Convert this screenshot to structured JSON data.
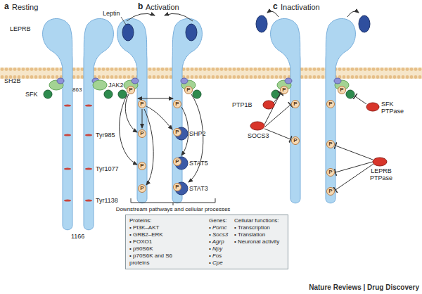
{
  "diagram": {
    "nodes": [
      {
        "text": [
          "SH2B"
        ]
      },
      {
        "text": [
          "SFK"
        ]
      },
      {
        "text": [
          "JAK2"
        ]
      },
      {
        "text": [
          "P",
          "SHP2"
        ]
      },
      {
        "text": [
          "P",
          "STAT5"
        ]
      },
      {
        "text": [
          "P",
          "STAT3"
        ]
      },
      {
        "text": [
          "PTP1B"
        ]
      },
      {
        "text": [
          "SOCS3"
        ]
      },
      {
        "text": [
          "SFK PTPase"
        ]
      },
      {
        "text": [
          "LEPRB PTPase"
        ]
      },
      {
        "text": [
          "Proteins:",
          "• PI3K–AKT",
          "• GRB2–ERK",
          "• FOXO1",
          "• p90S6K",
          "• p70S6K and S6 proteins",
          "Genes:",
          "• Pomc",
          "• Socs3",
          "• Agrp",
          "• Npy",
          "• Fos",
          "• Cpe",
          "Cellular functions:",
          "• Transcription",
          "• Translation",
          "• Neuronal activity"
        ]
      }
    ],
    "labels": [
      "a",
      "Resting",
      "b",
      "Activation",
      "c",
      "Inactivation",
      "LEPRB",
      "863",
      "Tyr985",
      "Tyr1077",
      "Tyr1138",
      "1166",
      "Leptin",
      "Downstream pathways and cellular processes",
      "Nature Reviews | Drug Discovery",
      "P",
      "P",
      "P",
      "P",
      "P",
      "P",
      "P",
      "P",
      "P",
      "P",
      "P",
      "P",
      "P",
      "P",
      "P"
    ]
  }
}
